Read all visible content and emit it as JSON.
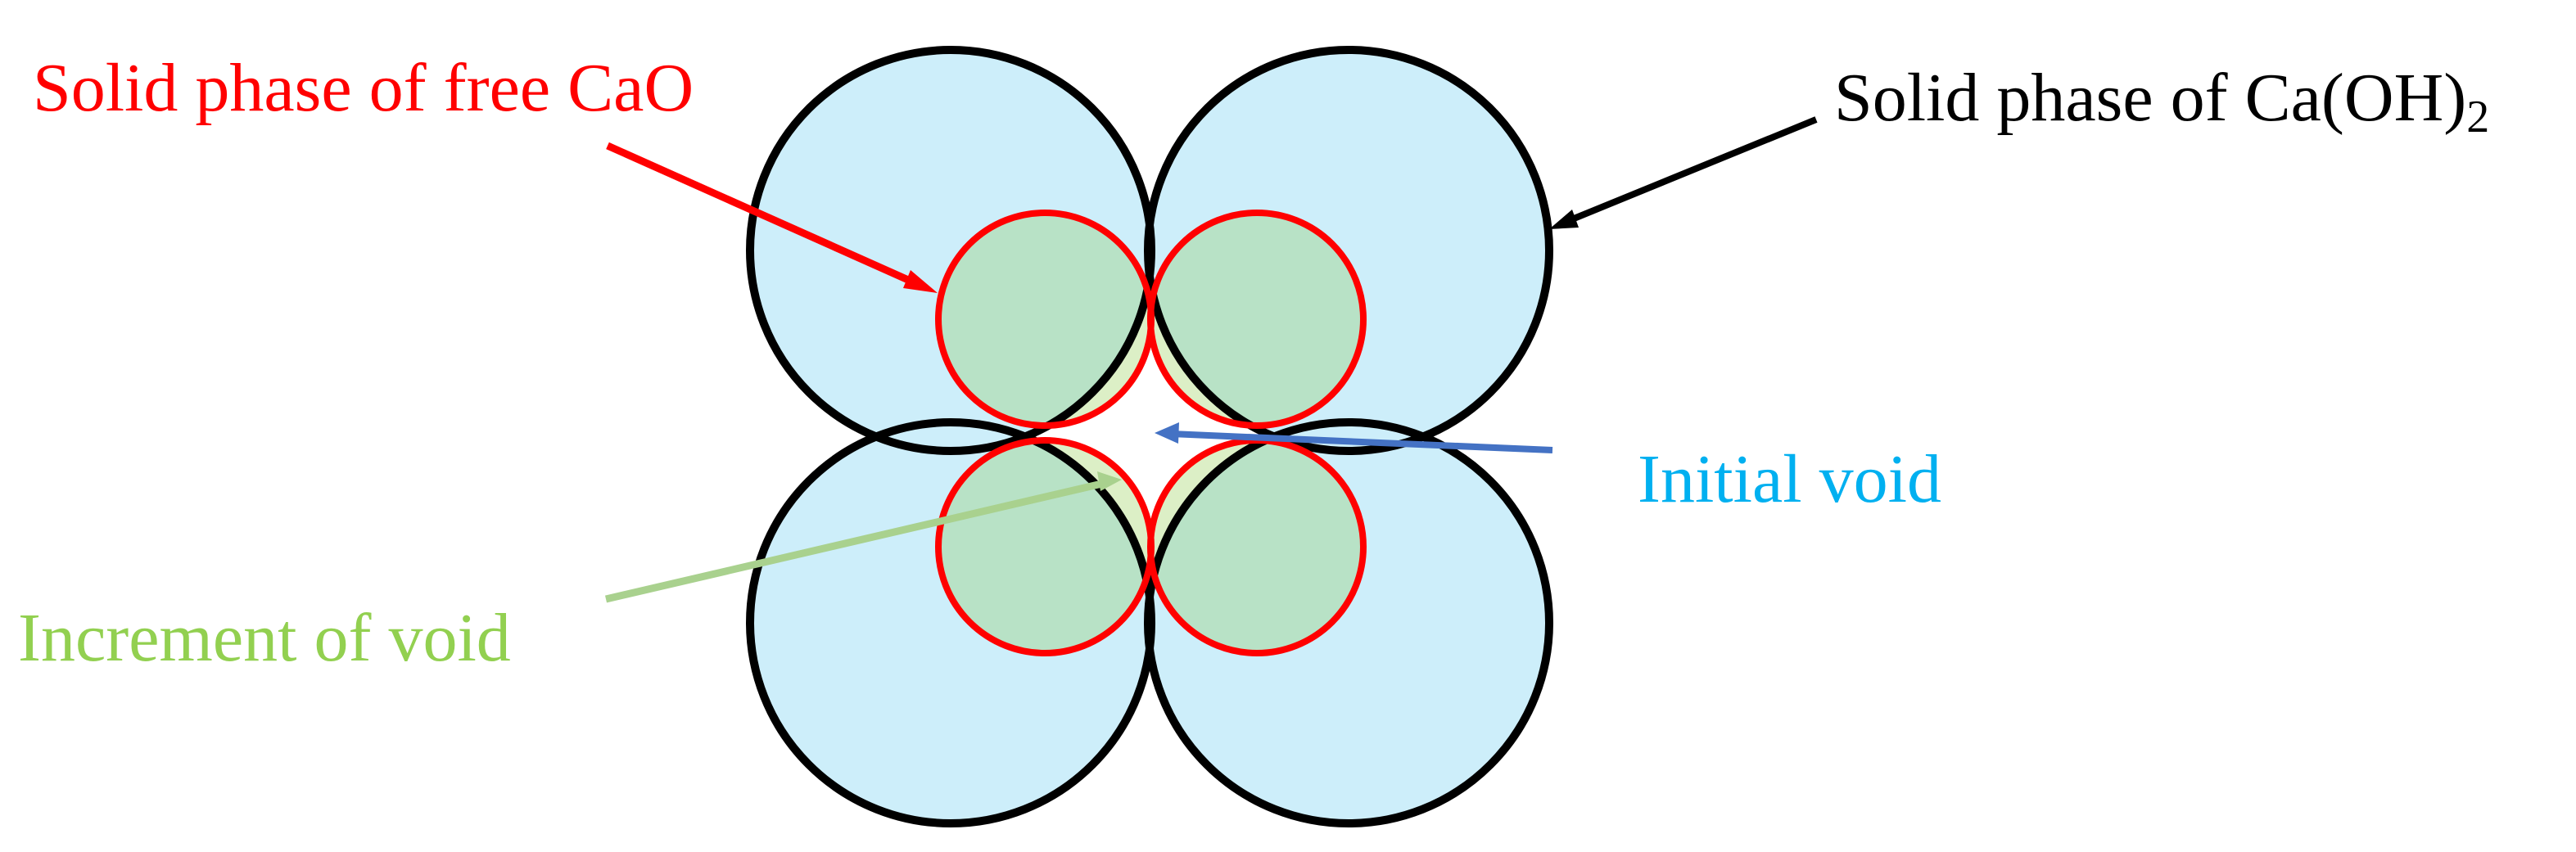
{
  "labels": {
    "free_cao": "Solid phase of free CaO",
    "caoh2_main": "Solid phase of Ca(OH)",
    "caoh2_subscript": "2",
    "initial_void": "Initial void",
    "increment_void": "Increment of void"
  },
  "colors": {
    "caoh2_fill": "#cdeefa",
    "caoh2_stroke": "#000000",
    "cao_fill": "#b8e2c6",
    "cao_stroke": "#ff0000",
    "increment_fill": "#dcefc6",
    "free_cao_text": "#ff0000",
    "caoh2_text": "#000000",
    "initial_void_text": "#00b0f0",
    "increment_text": "#92d050",
    "initial_void_arrow": "#4472c4",
    "increment_arrow": "#a9d18e"
  },
  "icons": {
    "caoh2_particles": "large-circle-shape",
    "cao_particles": "small-circle-shape",
    "pointer": "arrow"
  }
}
